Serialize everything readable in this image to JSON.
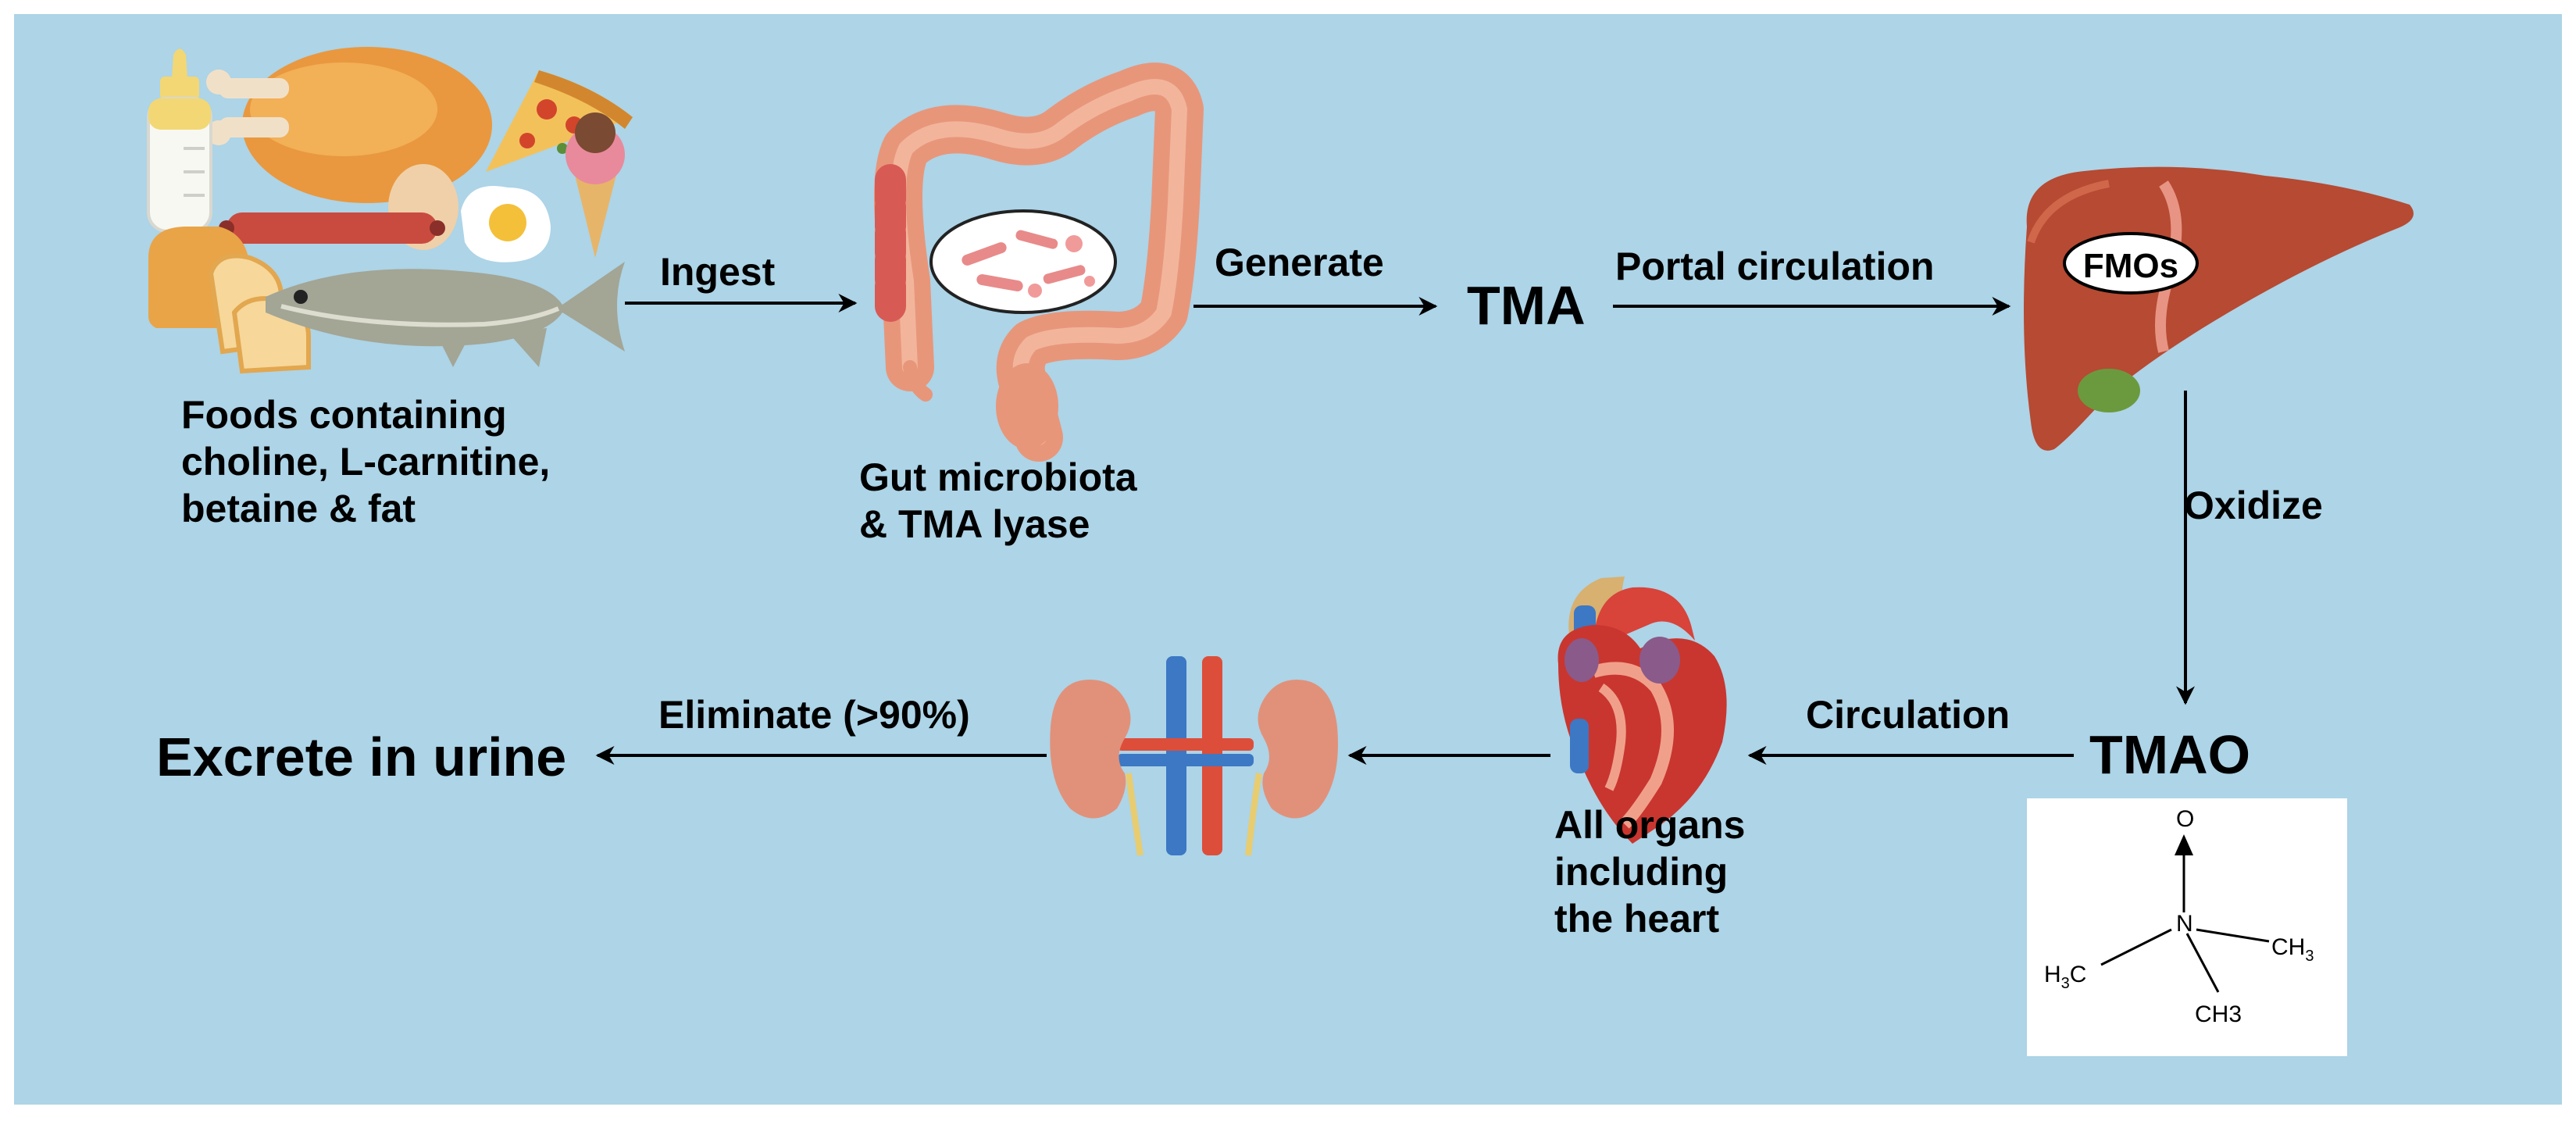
{
  "diagram": {
    "colors": {
      "background": "#add4e7",
      "border": "#ffffff",
      "arrow": "#000000",
      "liver": "#b64a33",
      "colon": "#e8967a",
      "heart": "#c9362f",
      "kidney": "#e1917a",
      "vein": "#3c78c4",
      "artery": "#dd4e3a"
    },
    "nodes": {
      "foods": {
        "label_lines": [
          "Foods containing",
          "choline, L-carnitine,",
          "betaine & fat"
        ]
      },
      "gut": {
        "label_lines": [
          "Gut microbiota",
          "& TMA lyase"
        ]
      },
      "tma": {
        "label": "TMA"
      },
      "liver": {
        "enzyme_label": "FMOs"
      },
      "tmao": {
        "label": "TMAO",
        "structure": {
          "o": "O",
          "n": "N",
          "left_methyl": "H",
          "left_methyl_sub": "3",
          "left_methyl_c": "C",
          "right_methyl": "CH",
          "right_methyl_sub": "3",
          "bottom_methyl": "CH3"
        }
      },
      "organs": {
        "label_lines": [
          "All organs",
          "including",
          "the heart"
        ]
      },
      "excrete": {
        "label": "Excrete in urine"
      }
    },
    "edges": {
      "ingest": "Ingest",
      "generate": "Generate",
      "portal": "Portal circulation",
      "oxidize": "Oxidize",
      "circulation": "Circulation",
      "eliminate": "Eliminate (>90%)"
    },
    "icons": [
      "baby-bottle-icon",
      "roast-chicken-icon",
      "pizza-slice-icon",
      "egg-icon",
      "fried-egg-icon",
      "ice-cream-icon",
      "sausage-icon",
      "bread-icon",
      "fish-icon",
      "colon-icon",
      "bacteria-icon",
      "liver-icon",
      "heart-icon",
      "kidneys-icon"
    ]
  }
}
